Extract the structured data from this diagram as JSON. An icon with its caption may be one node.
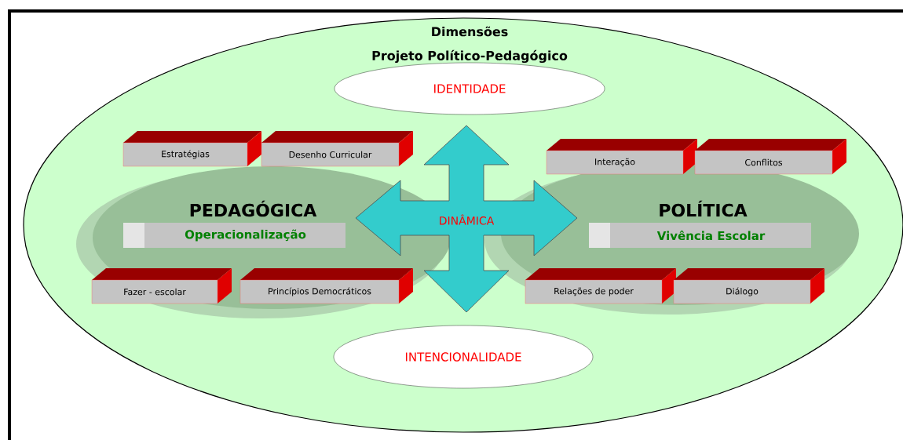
{
  "diagram": {
    "nodes": [
      {
        "text": [
          "Dimensões",
          "Projeto Político-Pedagógico"
        ]
      },
      {
        "text": [
          "IDENTIDADE"
        ],
        "in": 0
      },
      {
        "text": [
          "PEDAGÓGICA"
        ],
        "in": 0
      },
      {
        "text": [
          "Operacionalização"
        ],
        "in": 2
      },
      {
        "text": [
          "Estratégias"
        ],
        "in": 0
      },
      {
        "text": [
          "Desenho Curricular"
        ],
        "in": 0
      },
      {
        "text": [
          "Fazer - escolar"
        ],
        "in": 2
      },
      {
        "text": [
          "Princípios Democráticos"
        ],
        "in": 2
      },
      {
        "text": [
          "DINÂMICA"
        ],
        "in": 0
      },
      {
        "text": [
          "POLÍTICA"
        ],
        "in": 0
      },
      {
        "text": [
          "Vivência Escolar"
        ],
        "in": 9
      },
      {
        "text": [
          "Interação"
        ],
        "in": 0
      },
      {
        "text": [
          "Conflitos"
        ],
        "in": 0
      },
      {
        "text": [
          "Relações de poder"
        ],
        "in": 9
      },
      {
        "text": [
          "Diálogo"
        ],
        "in": 9
      },
      {
        "text": [
          "INTENCIONALIDADE"
        ],
        "in": 0
      }
    ],
    "edges": []
  }
}
